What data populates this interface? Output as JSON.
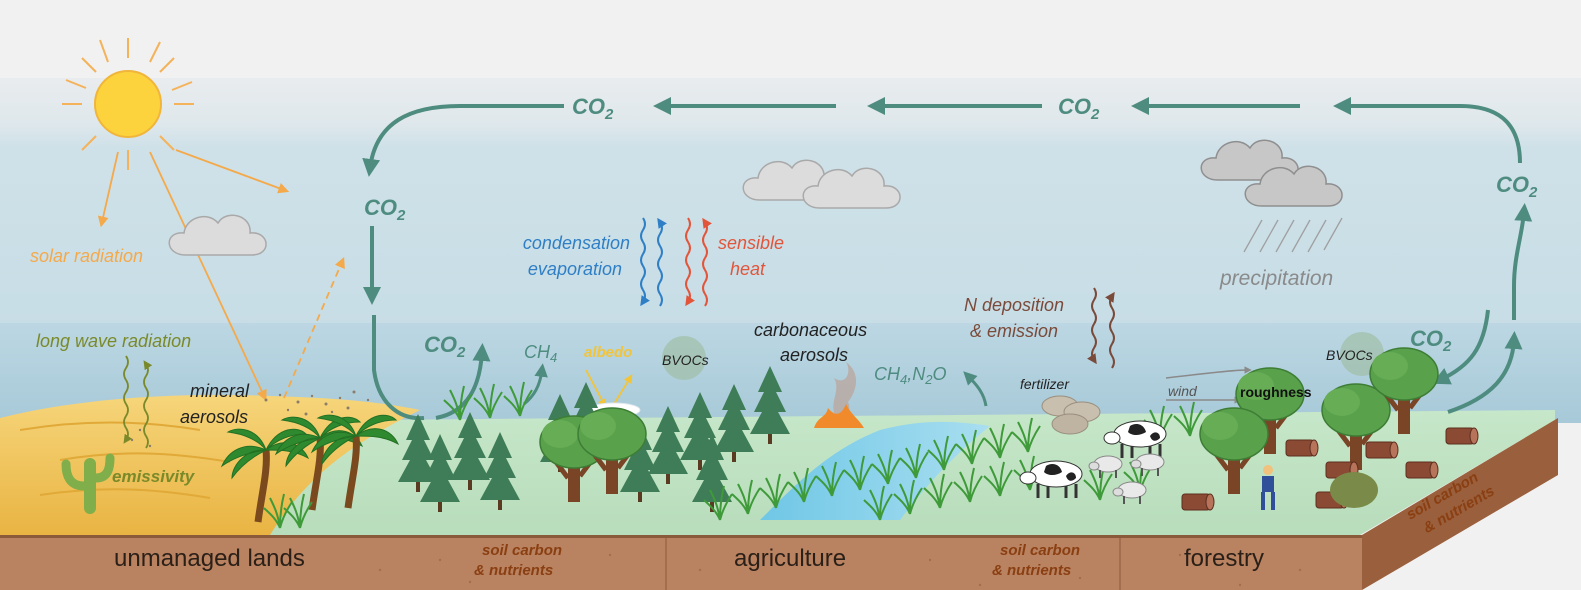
{
  "labels": {
    "co2": "CO",
    "co2_sub": "2",
    "solar_radiation": "solar radiation",
    "long_wave_radiation": "long wave radiation",
    "emissivity": "emissivity",
    "mineral": "mineral",
    "aerosols": "aerosols",
    "condensation": "condensation",
    "evaporation": "evaporation",
    "sensible": "sensible",
    "heat": "heat",
    "precipitation": "precipitation",
    "n_deposition": "N deposition",
    "and_emission": "& emission",
    "ch4": "CH",
    "ch4_sub": "4",
    "albedo": "albedo",
    "bvocs": "BVOCs",
    "carbonaceous": "carbonaceous",
    "carbonaceous_aerosols": "aerosols",
    "ch4n2o_a": "CH",
    "ch4n2o_b": "4",
    "ch4n2o_c": ",N",
    "ch4n2o_d": "2",
    "ch4n2o_e": "O",
    "fertilizer": "fertilizer",
    "wind": "wind",
    "roughness": "roughness",
    "soil_carbon": "soil carbon",
    "and_nutrients": "& nutrients"
  },
  "regions": {
    "unmanaged": "unmanaged lands",
    "agriculture": "agriculture",
    "forestry": "forestry"
  },
  "colors": {
    "co2_arrow": "#4e8c80",
    "solar": "#f4a94a",
    "longwave": "#7a8a2a",
    "condensation": "#2f7fc6",
    "sensible": "#e2553b",
    "n_deposition": "#7a4a3a",
    "precipitation": "#8a8a8a",
    "soil": "#8a3f12"
  }
}
